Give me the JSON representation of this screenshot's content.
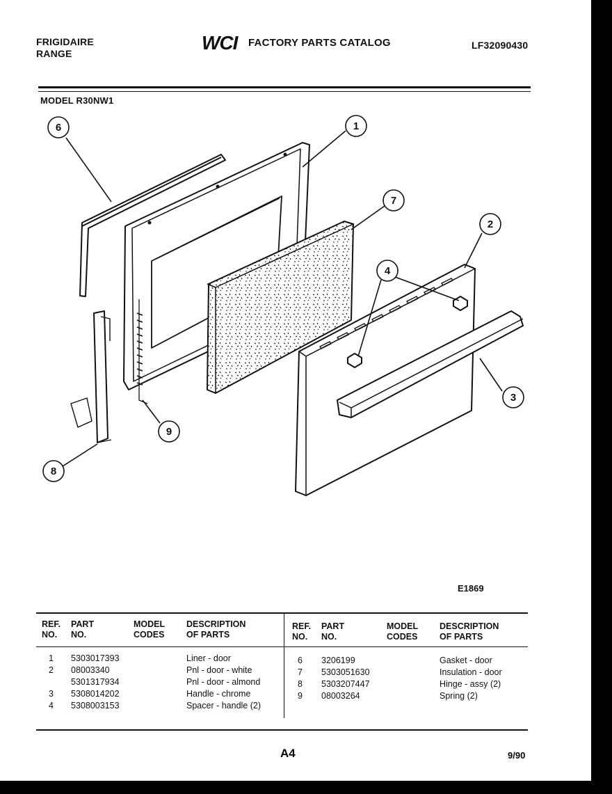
{
  "header": {
    "brand_line1": "FRIGIDAIRE",
    "brand_line2": "RANGE",
    "logo_text": "WCI",
    "catalog_title": "FACTORY PARTS CATALOG",
    "catalog_number": "LF32090430"
  },
  "model_label": "MODEL R30NW1",
  "diagram": {
    "code": "E1869",
    "callouts": [
      "1",
      "2",
      "3",
      "4",
      "6",
      "7",
      "8",
      "9"
    ]
  },
  "parts_table": {
    "headers": {
      "ref": [
        "REF.",
        "NO."
      ],
      "part": [
        "PART",
        "NO."
      ],
      "model": [
        "MODEL",
        "CODES"
      ],
      "desc": [
        "DESCRIPTION",
        "OF PARTS"
      ]
    },
    "left_rows": [
      {
        "ref": "1",
        "part": "5303017393",
        "model": "",
        "desc": "Liner - door"
      },
      {
        "ref": "2",
        "part": "08003340",
        "model": "",
        "desc": "Pnl - door - white"
      },
      {
        "ref": "",
        "part": "5301317934",
        "model": "",
        "desc": "Pnl - door - almond"
      },
      {
        "ref": "3",
        "part": "5308014202",
        "model": "",
        "desc": "Handle - chrome"
      },
      {
        "ref": "4",
        "part": "5308003153",
        "model": "",
        "desc": "Spacer - handle (2)"
      }
    ],
    "right_rows": [
      {
        "ref": "6",
        "part": "3206199",
        "model": "",
        "desc": "Gasket - door"
      },
      {
        "ref": "7",
        "part": "5303051630",
        "model": "",
        "desc": "Insulation - door"
      },
      {
        "ref": "8",
        "part": "5303207447",
        "model": "",
        "desc": "Hinge - assy (2)"
      },
      {
        "ref": "9",
        "part": "08003264",
        "model": "",
        "desc": "Spring (2)"
      }
    ]
  },
  "footer": {
    "page": "A4",
    "date": "9/90"
  }
}
